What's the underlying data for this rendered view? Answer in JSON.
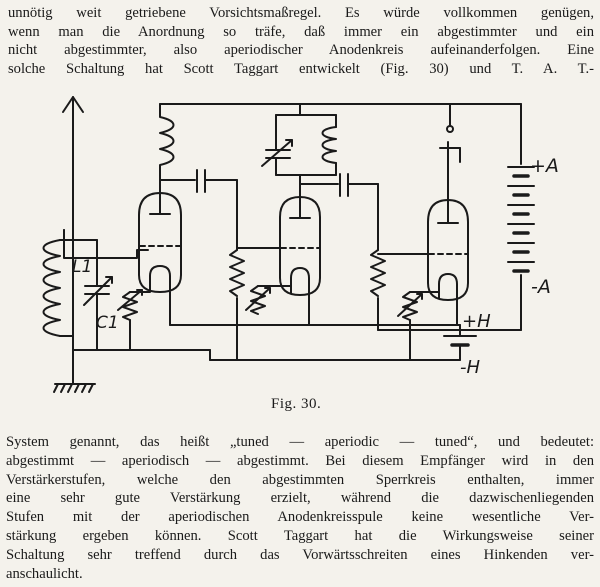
{
  "paragraph_top": [
    "unnötig weit getriebene Vorsichtsmaßregel. Es würde vollkommen genügen,",
    "wenn man die Anordnung so träfe, daß immer ein abgestimmter und ein",
    "nicht abgestimmter, also aperiodischer Anodenkreis aufeinanderfolgen. Eine",
    "solche Schaltung hat Scott Taggart entwickelt (Fig. 30) und T. A. T.-"
  ],
  "figure": {
    "caption": "Fig. 30.",
    "labels": {
      "l1": "L1",
      "c1": "C1",
      "plus_a": "+A",
      "minus_a": "-A",
      "plus_h": "+H",
      "minus_h": "-H"
    }
  },
  "paragraph_bottom": [
    "System genannt, das heißt „tuned — aperiodic — tuned“, und bedeutet:",
    "abgestimmt — aperiodisch — abgestimmt. Bei diesem Empfänger wird in den",
    "Verstärkerstufen, welche den abgestimmten Sperrkreis enthalten, immer",
    "eine sehr gute Verstärkung erzielt, während die dazwischenliegenden",
    "Stufen mit der aperiodischen Anodenkreisspule keine wesentliche Ver-",
    "stärkung ergeben können. Scott Taggart hat die Wirkungsweise seiner",
    "Schaltung sehr treffend durch das Vorwärtsschreiten eines Hinkenden ver-",
    "anschaulicht."
  ]
}
